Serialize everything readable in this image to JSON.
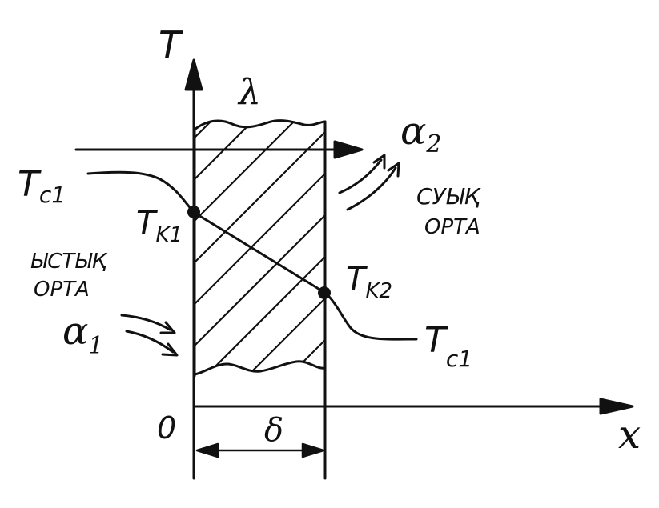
{
  "axes": {
    "y_label": "T",
    "x_label": "x",
    "origin_label": "0"
  },
  "wall": {
    "conductivity_label": "λ",
    "thickness_label": "δ"
  },
  "hot_side": {
    "fluid_temp": {
      "main": "T",
      "sub": "c1"
    },
    "wall_temp": {
      "main": "T",
      "sub": "K1"
    },
    "label_line1": "ЫСТЫҚ",
    "label_line2": "ОРТА",
    "coefficient": {
      "main": "α",
      "sub": "1"
    }
  },
  "cold_side": {
    "fluid_temp": {
      "main": "T",
      "sub": "c1"
    },
    "wall_temp": {
      "main": "T",
      "sub": "K2"
    },
    "label_line1": "СУЫҚ",
    "label_line2": "ОРТА",
    "coefficient": {
      "main": "α",
      "sub": "2"
    }
  },
  "colors": {
    "ink": "#111111",
    "background": "#ffffff"
  }
}
